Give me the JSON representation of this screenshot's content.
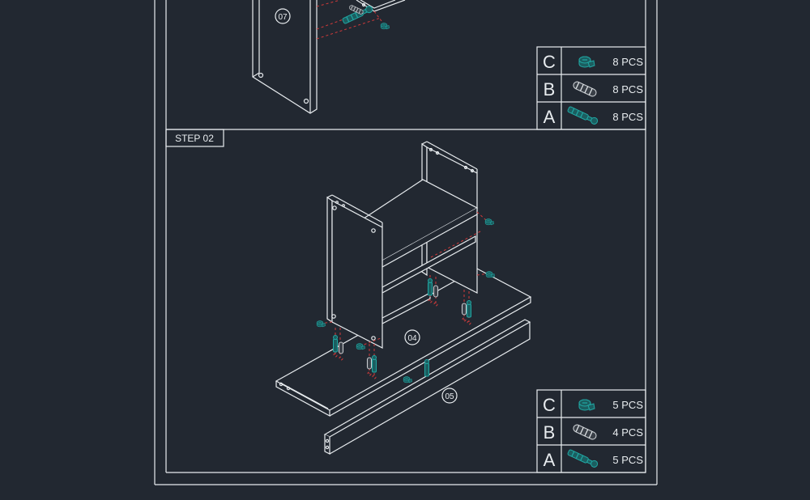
{
  "step_label": "STEP 02",
  "parts": {
    "panel_07": "07",
    "panel_04": "04",
    "panel_05": "05"
  },
  "step1_table": [
    {
      "letter": "C",
      "icon": "cam-lock-icon",
      "qty": "8 PCS"
    },
    {
      "letter": "B",
      "icon": "wood-dowel-icon",
      "qty": "8 PCS"
    },
    {
      "letter": "A",
      "icon": "cam-bolt-icon",
      "qty": "8 PCS"
    }
  ],
  "step2_table": [
    {
      "letter": "C",
      "icon": "cam-lock-icon",
      "qty": "5 PCS"
    },
    {
      "letter": "B",
      "icon": "wood-dowel-icon",
      "qty": "4 PCS"
    },
    {
      "letter": "A",
      "icon": "cam-bolt-icon",
      "qty": "5 PCS"
    }
  ],
  "colors": {
    "background": "#222831",
    "line": "#e8ecef",
    "hardware": "#21a8a4",
    "guide": "#d23a3a"
  }
}
